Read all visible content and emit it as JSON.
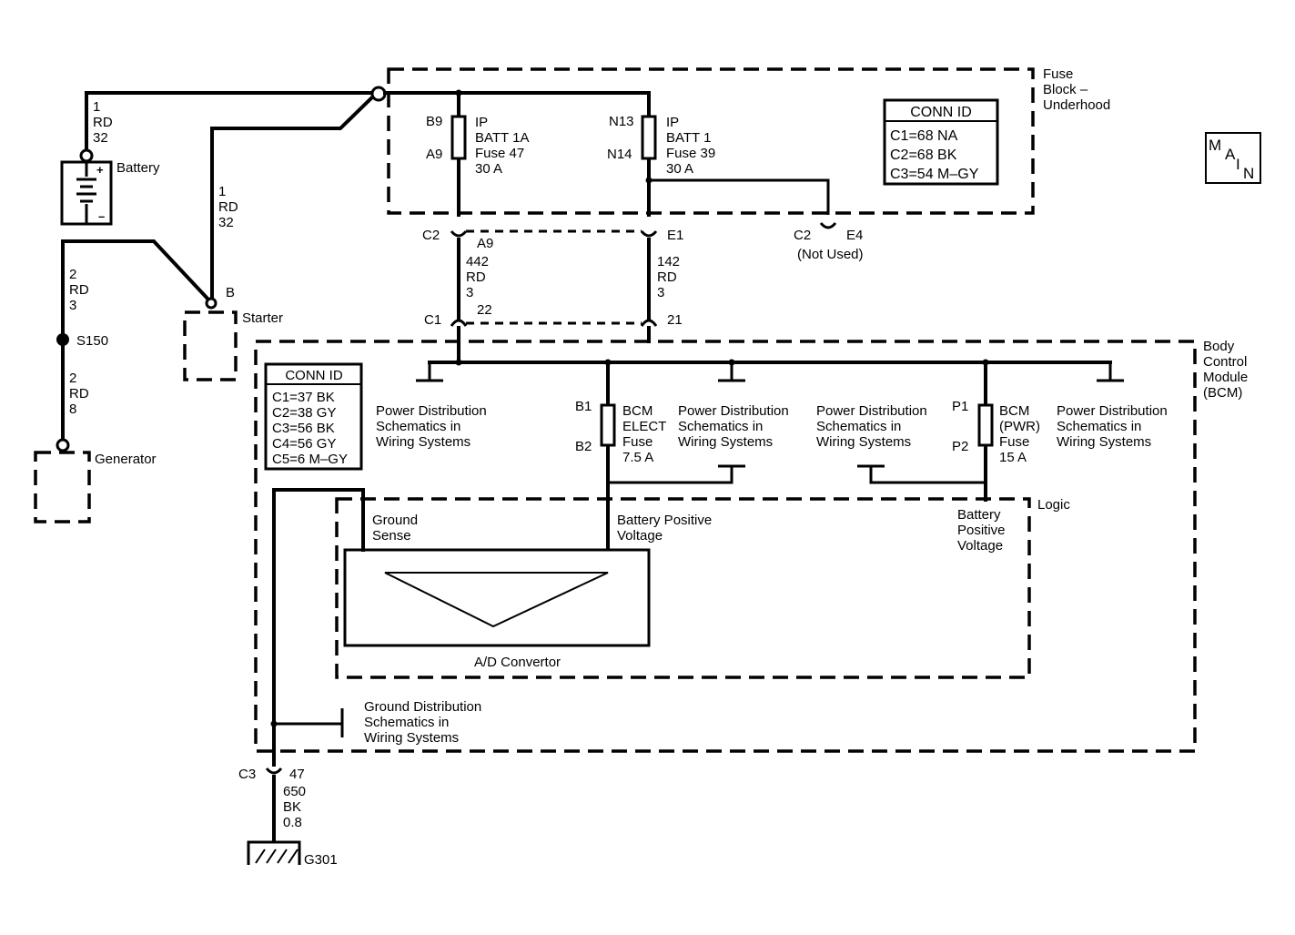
{
  "wires": {
    "battery_upper": [
      "1",
      "RD",
      "32"
    ],
    "starter_feed": [
      "1",
      "RD",
      "32"
    ],
    "generator_upper": [
      "2",
      "RD",
      "3"
    ],
    "generator_lower": [
      "2",
      "RD",
      "8"
    ],
    "circuit_442": [
      "442",
      "RD",
      "3"
    ],
    "circuit_142": [
      "142",
      "RD",
      "3"
    ],
    "ground_650": [
      "650",
      "BK",
      "0.8"
    ]
  },
  "components": {
    "battery": "Battery",
    "starter": "Starter",
    "starter_terminal": "B",
    "generator": "Generator",
    "splice": "S150",
    "ground": "G301",
    "ad_convertor": "A/D Convertor",
    "logic": "Logic"
  },
  "fuse_block": {
    "title": [
      "Fuse",
      "Block –",
      "Underhood"
    ],
    "conn_title": "CONN ID",
    "conn_rows": [
      "C1=68 NA",
      "C2=68 BK",
      "C3=54 M–GY"
    ],
    "fuse47": {
      "pin_top": "B9",
      "pin_bottom": "A9",
      "lines": [
        "IP",
        "BATT 1A",
        "Fuse 47",
        "30 A"
      ]
    },
    "fuse39": {
      "pin_top": "N13",
      "pin_bottom": "N14",
      "lines": [
        "IP",
        "BATT 1",
        "Fuse 39",
        "30 A"
      ]
    }
  },
  "connectors": {
    "c2_a9": {
      "conn": "C2",
      "pin": "A9"
    },
    "c2_e1": {
      "pin": "E1"
    },
    "c2_e4": {
      "conn": "C2",
      "pin": "E4",
      "note": "(Not Used)"
    },
    "c1_22": {
      "conn": "C1",
      "pin": "22"
    },
    "c1_21": {
      "pin": "21"
    },
    "c3_47": {
      "conn": "C3",
      "pin": "47"
    }
  },
  "bcm": {
    "title": [
      "Body",
      "Control",
      "Module",
      "(BCM)"
    ],
    "conn_title": "CONN ID",
    "conn_rows": [
      "C1=37 BK",
      "C2=38 GY",
      "C3=56 BK",
      "C4=56 GY",
      "C5=6 M–GY"
    ],
    "fuse_elect": {
      "pin_top": "B1",
      "pin_bottom": "B2",
      "lines": [
        "BCM",
        "ELECT",
        "Fuse",
        "7.5 A"
      ]
    },
    "fuse_pwr": {
      "pin_top": "P1",
      "pin_bottom": "P2",
      "lines": [
        "BCM",
        "(PWR)",
        "Fuse",
        "15 A"
      ]
    },
    "ground_sense": [
      "Ground",
      "Sense"
    ],
    "batt_pos_left": [
      "Battery Positive",
      "Voltage"
    ],
    "batt_pos_right": [
      "Battery",
      "Positive",
      "Voltage"
    ]
  },
  "references": {
    "power_dist": [
      "Power Distribution",
      "Schematics in",
      "Wiring Systems"
    ],
    "ground_dist": [
      "Ground Distribution",
      "Schematics in",
      "Wiring Systems"
    ]
  },
  "main_badge": {
    "m": "M",
    "a": "A",
    "i": "I",
    "n": "N"
  }
}
